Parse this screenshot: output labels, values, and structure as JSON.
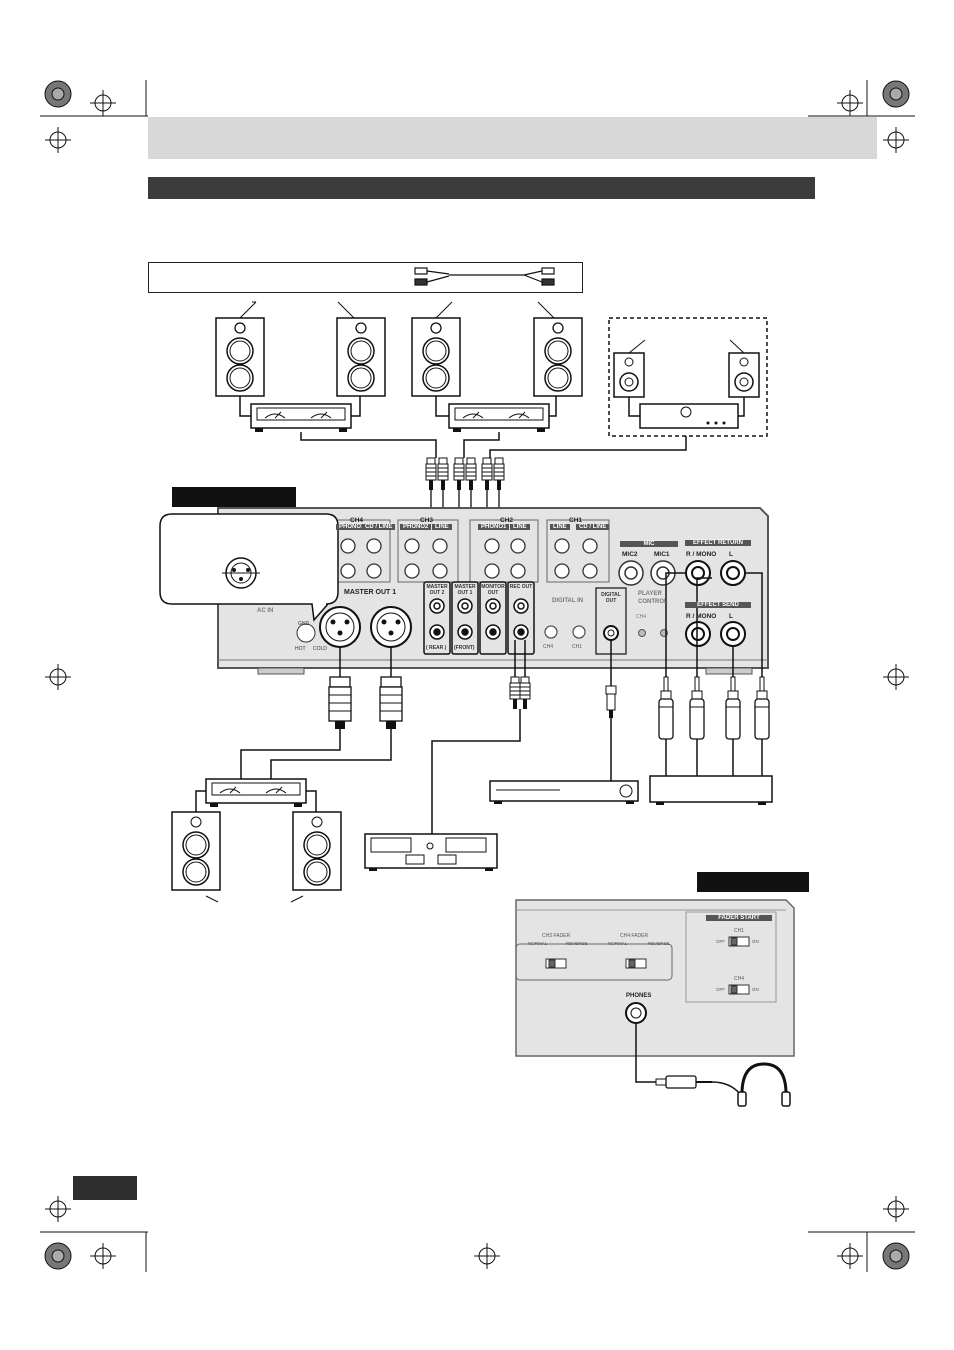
{
  "rear_panel": {
    "channels": {
      "ch4": {
        "name": "CH4",
        "inputs": [
          "PHONO1",
          "CD / LINE"
        ]
      },
      "ch3": {
        "name": "CH3",
        "inputs": [
          "PHONO2",
          "LINE"
        ]
      },
      "ch2": {
        "name": "CH2",
        "inputs": [
          "PHONO1",
          "LINE"
        ]
      },
      "ch1": {
        "name": "CH1",
        "inputs": [
          "LINE",
          "CD / LINE"
        ]
      }
    },
    "mic": {
      "header": "MIC",
      "mic2": "MIC2",
      "mic1": "MIC1"
    },
    "effect_return": {
      "header": "EFFECT RETURN",
      "r_mono": "R / MONO",
      "l": "L"
    },
    "effect_send": {
      "header": "EFFECT SEND",
      "r_mono": "R / MONO",
      "l": "L"
    },
    "player_control": "PLAYER CONTROL",
    "player_ch4": "CH4",
    "master_out1": "MASTER OUT 1",
    "master_out2_label": "MASTER OUT 2",
    "master_out1_rca": "MASTER OUT 1",
    "monitor_out": "MONITOR OUT",
    "rec_out": "REC OUT",
    "rear": "( REAR )",
    "front": "(FRONT)",
    "digital_in": "DIGITAL IN",
    "digital_out": "DIGITAL OUT",
    "ch4": "CH4",
    "ch1": "CH1",
    "ac_in": "AC IN",
    "xlr_pins": {
      "gnd": "GND",
      "hot": "HOT",
      "cold": "COLD"
    }
  },
  "front_panel": {
    "ch3_fader": "CH3 FADER",
    "ch4_fader": "CH4 FADER",
    "normal": "NORMAL",
    "reverse": "REVERSE",
    "phones": "PHONES",
    "fader_start": "FADER START",
    "ch1": "CH1",
    "ch4": "CH4",
    "off": "OFF",
    "on": "ON"
  },
  "colors": {
    "panel": "#e4e4e4",
    "dark_bar": "#3b3b3b",
    "title_bar": "#d8d8d8"
  }
}
